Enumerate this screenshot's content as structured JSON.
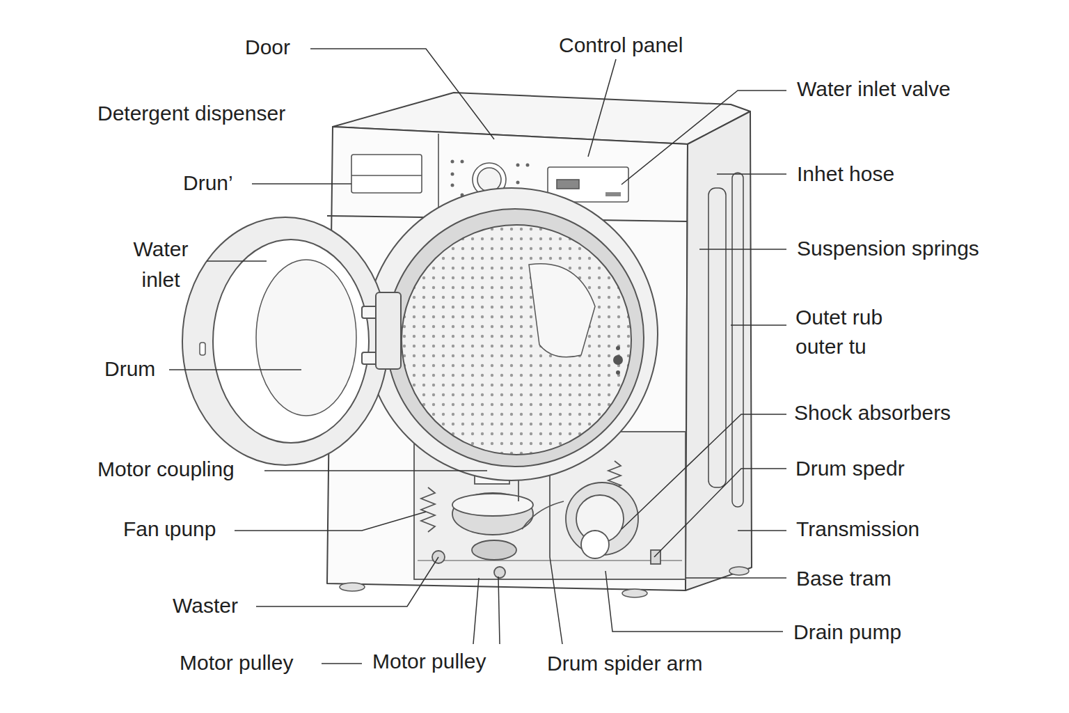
{
  "diagram": {
    "labels": [
      "Door",
      "Control panel",
      "Water inlet valve",
      "Detergent dispenser",
      "Drun’",
      "Inhet hose",
      "Water inlet",
      "Suspension springs",
      "Outet rub outer tu",
      "Drum",
      "Shock absorbers",
      "Motor coupling",
      "Drum spedr",
      "Fan ɩpunp",
      "Transmission",
      "Base tram",
      "Waster",
      "Drain pump",
      "Motor pulley",
      "Motor pulley",
      "Drum spider arm"
    ]
  }
}
